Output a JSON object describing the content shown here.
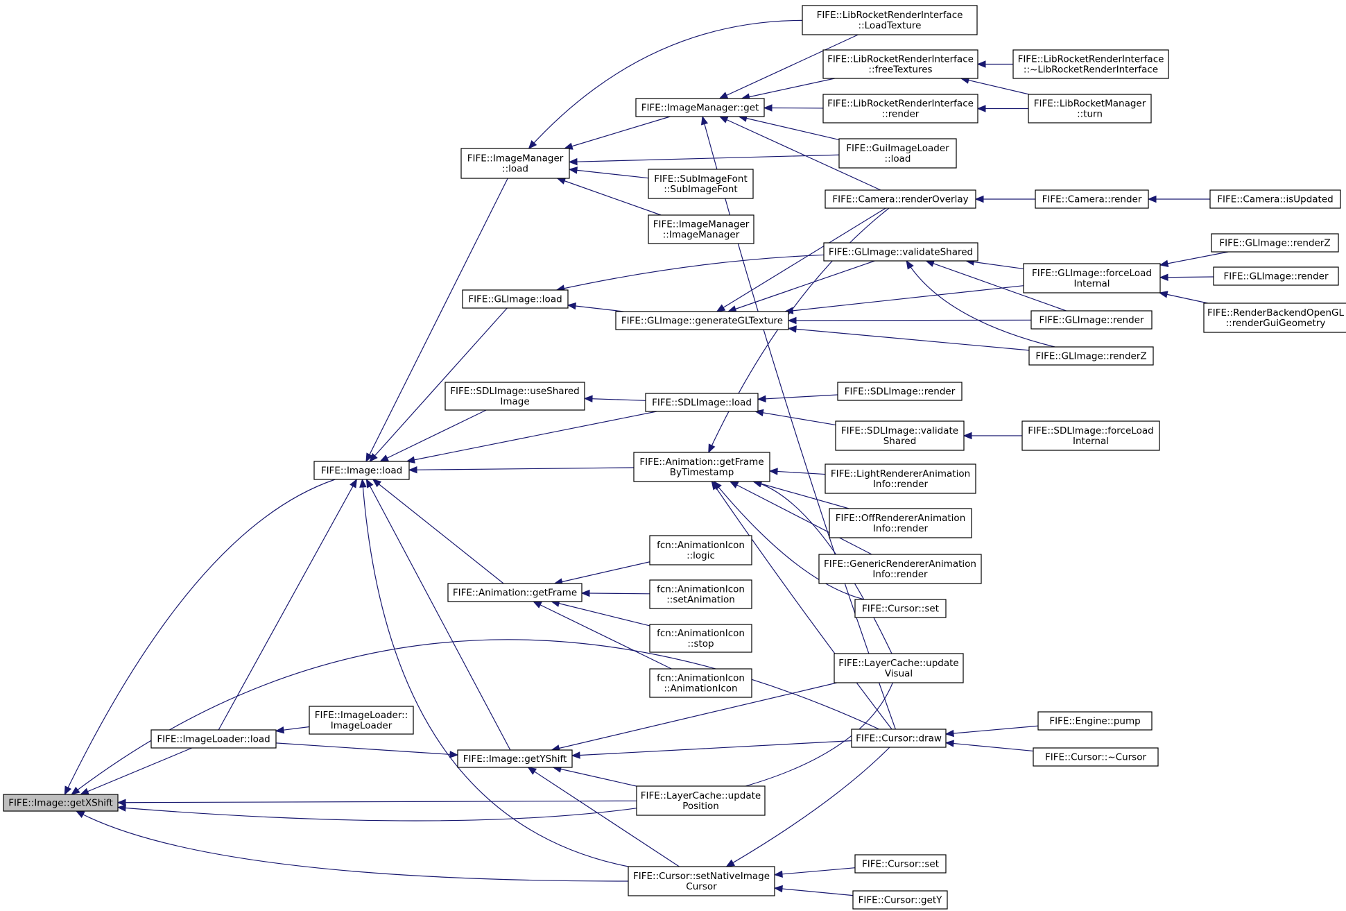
{
  "graph": {
    "title": "",
    "colors": {
      "edge": "#191970",
      "root_fill": "#bfbfbf",
      "node_fill": "#ffffff",
      "node_border": "#000000"
    },
    "nodes": [
      {
        "id": "getXShift",
        "lines": [
          "FIFE::Image::getXShift"
        ],
        "root": true
      },
      {
        "id": "imageLoaderLoad",
        "lines": [
          "FIFE::ImageLoader::load"
        ]
      },
      {
        "id": "imageLoaderCtor",
        "lines": [
          "FIFE::ImageLoader::",
          "ImageLoader"
        ]
      },
      {
        "id": "imageLoad",
        "lines": [
          "FIFE::Image::load"
        ]
      },
      {
        "id": "imageManagerLoad",
        "lines": [
          "FIFE::ImageManager",
          "::load"
        ]
      },
      {
        "id": "glImageLoad",
        "lines": [
          "FIFE::GLImage::load"
        ]
      },
      {
        "id": "sdlUseShared",
        "lines": [
          "FIFE::SDLImage::useShared",
          "Image"
        ]
      },
      {
        "id": "animGetFrame",
        "lines": [
          "FIFE::Animation::getFrame"
        ]
      },
      {
        "id": "getYShift",
        "lines": [
          "FIFE::Image::getYShift"
        ]
      },
      {
        "id": "imageManagerGet",
        "lines": [
          "FIFE::ImageManager::get"
        ]
      },
      {
        "id": "subImageFont",
        "lines": [
          "FIFE::SubImageFont",
          "::SubImageFont"
        ]
      },
      {
        "id": "imageManagerCtor",
        "lines": [
          "FIFE::ImageManager",
          "::ImageManager"
        ]
      },
      {
        "id": "genGLTexture",
        "lines": [
          "FIFE::GLImage::generateGLTexture"
        ]
      },
      {
        "id": "sdlLoad",
        "lines": [
          "FIFE::SDLImage::load"
        ]
      },
      {
        "id": "animGetFrameTs",
        "lines": [
          "FIFE::Animation::getFrame",
          "ByTimestamp"
        ]
      },
      {
        "id": "fcnLogic",
        "lines": [
          "fcn::AnimationIcon",
          "::logic"
        ]
      },
      {
        "id": "fcnSetAnim",
        "lines": [
          "fcn::AnimationIcon",
          "::setAnimation"
        ]
      },
      {
        "id": "fcnStop",
        "lines": [
          "fcn::AnimationIcon",
          "::stop"
        ]
      },
      {
        "id": "fcnCtor",
        "lines": [
          "fcn::AnimationIcon",
          "::AnimationIcon"
        ]
      },
      {
        "id": "layerCachePos",
        "lines": [
          "FIFE::LayerCache::update",
          "Position"
        ]
      },
      {
        "id": "cursorSetNative",
        "lines": [
          "FIFE::Cursor::setNativeImage",
          "Cursor"
        ]
      },
      {
        "id": "lrLoadTexture",
        "lines": [
          "FIFE::LibRocketRenderInterface",
          "::LoadTexture"
        ]
      },
      {
        "id": "lrFreeTextures",
        "lines": [
          "FIFE::LibRocketRenderInterface",
          "::freeTextures"
        ]
      },
      {
        "id": "lrRender",
        "lines": [
          "FIFE::LibRocketRenderInterface",
          "::render"
        ]
      },
      {
        "id": "guiImageLoader",
        "lines": [
          "FIFE::GuiImageLoader",
          "::load"
        ]
      },
      {
        "id": "camRenderOverlay",
        "lines": [
          "FIFE::Camera::renderOverlay"
        ]
      },
      {
        "id": "glValidateShared",
        "lines": [
          "FIFE::GLImage::validateShared"
        ]
      },
      {
        "id": "sdlRender",
        "lines": [
          "FIFE::SDLImage::render"
        ]
      },
      {
        "id": "sdlValidateShared",
        "lines": [
          "FIFE::SDLImage::validate",
          "Shared"
        ]
      },
      {
        "id": "lightRenderer",
        "lines": [
          "FIFE::LightRendererAnimation",
          "Info::render"
        ]
      },
      {
        "id": "offRenderer",
        "lines": [
          "FIFE::OffRendererAnimation",
          "Info::render"
        ]
      },
      {
        "id": "genericRenderer",
        "lines": [
          "FIFE::GenericRendererAnimation",
          "Info::render"
        ]
      },
      {
        "id": "cursorSet1",
        "lines": [
          "FIFE::Cursor::set"
        ]
      },
      {
        "id": "layerCacheVisual",
        "lines": [
          "FIFE::LayerCache::update",
          "Visual"
        ]
      },
      {
        "id": "cursorDraw",
        "lines": [
          "FIFE::Cursor::draw"
        ]
      },
      {
        "id": "cursorSet2",
        "lines": [
          "FIFE::Cursor::set"
        ]
      },
      {
        "id": "cursorGetY",
        "lines": [
          "FIFE::Cursor::getY"
        ]
      },
      {
        "id": "lrDtor",
        "lines": [
          "FIFE::LibRocketRenderInterface",
          "::~LibRocketRenderInterface"
        ]
      },
      {
        "id": "lrManagerTurn",
        "lines": [
          "FIFE::LibRocketManager",
          "::turn"
        ]
      },
      {
        "id": "cameraRender",
        "lines": [
          "FIFE::Camera::render"
        ]
      },
      {
        "id": "glForceLoad",
        "lines": [
          "FIFE::GLImage::forceLoad",
          "Internal"
        ]
      },
      {
        "id": "glRender1",
        "lines": [
          "FIFE::GLImage::render"
        ]
      },
      {
        "id": "glRenderZ1",
        "lines": [
          "FIFE::GLImage::renderZ"
        ]
      },
      {
        "id": "sdlForceLoad",
        "lines": [
          "FIFE::SDLImage::forceLoad",
          "Internal"
        ]
      },
      {
        "id": "enginePump",
        "lines": [
          "FIFE::Engine::pump"
        ]
      },
      {
        "id": "cursorDtor",
        "lines": [
          "FIFE::Cursor::~Cursor"
        ]
      },
      {
        "id": "cameraIsUpdated",
        "lines": [
          "FIFE::Camera::isUpdated"
        ]
      },
      {
        "id": "glRenderZ2",
        "lines": [
          "FIFE::GLImage::renderZ"
        ]
      },
      {
        "id": "glRender2",
        "lines": [
          "FIFE::GLImage::render"
        ]
      },
      {
        "id": "renderBackendGui",
        "lines": [
          "FIFE::RenderBackendOpenGL",
          "::renderGuiGeometry"
        ]
      }
    ],
    "edges": [
      [
        "getXShift",
        "imageLoaderLoad"
      ],
      [
        "getXShift",
        "imageLoad"
      ],
      [
        "getXShift",
        "layerCachePos"
      ],
      [
        "getXShift",
        "cursorSetNative"
      ],
      [
        "getXShift",
        "layerCacheVisual"
      ],
      [
        "getXShift",
        "cursorDraw"
      ],
      [
        "imageLoaderLoad",
        "imageLoaderCtor"
      ],
      [
        "imageLoad",
        "imageLoaderLoad"
      ],
      [
        "imageLoad",
        "imageManagerLoad"
      ],
      [
        "imageLoad",
        "glImageLoad"
      ],
      [
        "imageLoad",
        "sdlUseShared"
      ],
      [
        "imageLoad",
        "animGetFrame"
      ],
      [
        "imageLoad",
        "getYShift"
      ],
      [
        "imageLoad",
        "sdlLoad"
      ],
      [
        "imageLoad",
        "animGetFrameTs"
      ],
      [
        "imageLoad",
        "cursorSetNative"
      ],
      [
        "getYShift",
        "imageLoaderLoad"
      ],
      [
        "getYShift",
        "layerCachePos"
      ],
      [
        "getYShift",
        "cursorSetNative"
      ],
      [
        "getYShift",
        "layerCacheVisual"
      ],
      [
        "getYShift",
        "cursorDraw"
      ],
      [
        "imageManagerLoad",
        "imageManagerGet"
      ],
      [
        "imageManagerLoad",
        "subImageFont"
      ],
      [
        "imageManagerLoad",
        "imageManagerCtor"
      ],
      [
        "imageManagerLoad",
        "lrLoadTexture"
      ],
      [
        "imageManagerLoad",
        "guiImageLoader"
      ],
      [
        "imageManagerGet",
        "lrLoadTexture"
      ],
      [
        "imageManagerGet",
        "lrFreeTextures"
      ],
      [
        "imageManagerGet",
        "lrRender"
      ],
      [
        "imageManagerGet",
        "guiImageLoader"
      ],
      [
        "imageManagerGet",
        "camRenderOverlay"
      ],
      [
        "imageManagerGet",
        "cursorDraw"
      ],
      [
        "glImageLoad",
        "genGLTexture"
      ],
      [
        "glImageLoad",
        "glValidateShared"
      ],
      [
        "genGLTexture",
        "glValidateShared"
      ],
      [
        "genGLTexture",
        "glForceLoad"
      ],
      [
        "genGLTexture",
        "glRender1"
      ],
      [
        "genGLTexture",
        "glRenderZ1"
      ],
      [
        "genGLTexture",
        "camRenderOverlay"
      ],
      [
        "glValidateShared",
        "glForceLoad"
      ],
      [
        "glValidateShared",
        "glRender1"
      ],
      [
        "glValidateShared",
        "glRenderZ1"
      ],
      [
        "sdlUseShared",
        "sdlLoad"
      ],
      [
        "sdlLoad",
        "sdlRender"
      ],
      [
        "sdlLoad",
        "sdlValidateShared"
      ],
      [
        "sdlValidateShared",
        "sdlForceLoad"
      ],
      [
        "animGetFrame",
        "fcnLogic"
      ],
      [
        "animGetFrame",
        "fcnSetAnim"
      ],
      [
        "animGetFrame",
        "fcnStop"
      ],
      [
        "animGetFrame",
        "fcnCtor"
      ],
      [
        "animGetFrameTs",
        "lightRenderer"
      ],
      [
        "animGetFrameTs",
        "offRenderer"
      ],
      [
        "animGetFrameTs",
        "genericRenderer"
      ],
      [
        "animGetFrameTs",
        "cursorSet1"
      ],
      [
        "animGetFrameTs",
        "layerCacheVisual"
      ],
      [
        "animGetFrameTs",
        "cursorDraw"
      ],
      [
        "animGetFrameTs",
        "camRenderOverlay"
      ],
      [
        "cursorSetNative",
        "cursorSet2"
      ],
      [
        "cursorSetNative",
        "cursorGetY"
      ],
      [
        "cursorSetNative",
        "cursorDraw"
      ],
      [
        "lrFreeTextures",
        "lrDtor"
      ],
      [
        "lrFreeTextures",
        "lrManagerTurn"
      ],
      [
        "lrRender",
        "lrManagerTurn"
      ],
      [
        "camRenderOverlay",
        "cameraRender"
      ],
      [
        "cameraRender",
        "cameraIsUpdated"
      ],
      [
        "glForceLoad",
        "glRenderZ2"
      ],
      [
        "glForceLoad",
        "glRender2"
      ],
      [
        "glForceLoad",
        "renderBackendGui"
      ],
      [
        "cursorDraw",
        "enginePump"
      ],
      [
        "cursorDraw",
        "cursorDtor"
      ]
    ]
  }
}
